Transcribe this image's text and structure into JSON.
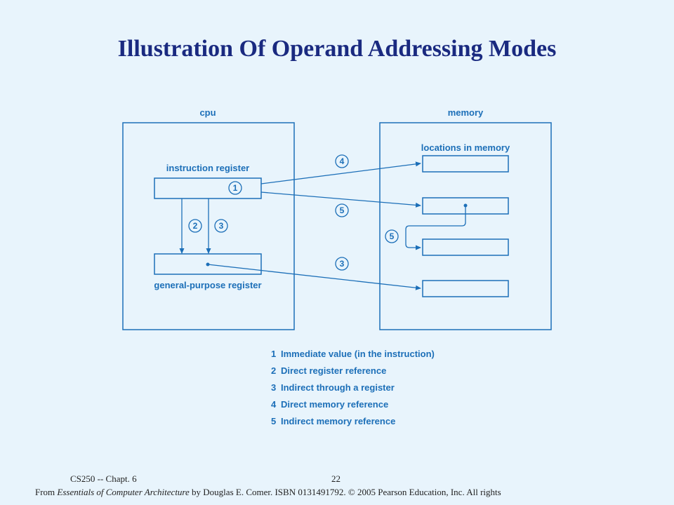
{
  "slide": {
    "title": "Illustration Of Operand Addressing Modes"
  },
  "diagram": {
    "cpu_label": "cpu",
    "memory_label": "memory",
    "instruction_register_label": "instruction register",
    "general_register_label": "general-purpose register",
    "memory_locations_label": "locations in memory",
    "markers": {
      "immediate": "1",
      "direct_register": "2",
      "indirect_register": "3",
      "indirect_register_path": "3",
      "direct_memory": "4",
      "indirect_memory": "5",
      "indirect_memory_chain": "5"
    }
  },
  "legend": [
    {
      "num": "1",
      "text": "Immediate value (in the instruction)"
    },
    {
      "num": "2",
      "text": "Direct register reference"
    },
    {
      "num": "3",
      "text": "Indirect through a register"
    },
    {
      "num": "4",
      "text": "Direct memory reference"
    },
    {
      "num": "5",
      "text": "Indirect memory reference"
    }
  ],
  "footer": {
    "chapter": "CS250  --  Chapt. 6",
    "page": "22",
    "credit_prefix": "From ",
    "credit_book": "Essentials of Computer Architecture",
    "credit_suffix": " by Douglas E. Comer. ISBN 0131491792. © 2005 Pearson Education, Inc. All rights"
  },
  "colors": {
    "diagram_line": "#1c6fb8",
    "title": "#1a2a80",
    "background": "#e8f4fc"
  }
}
